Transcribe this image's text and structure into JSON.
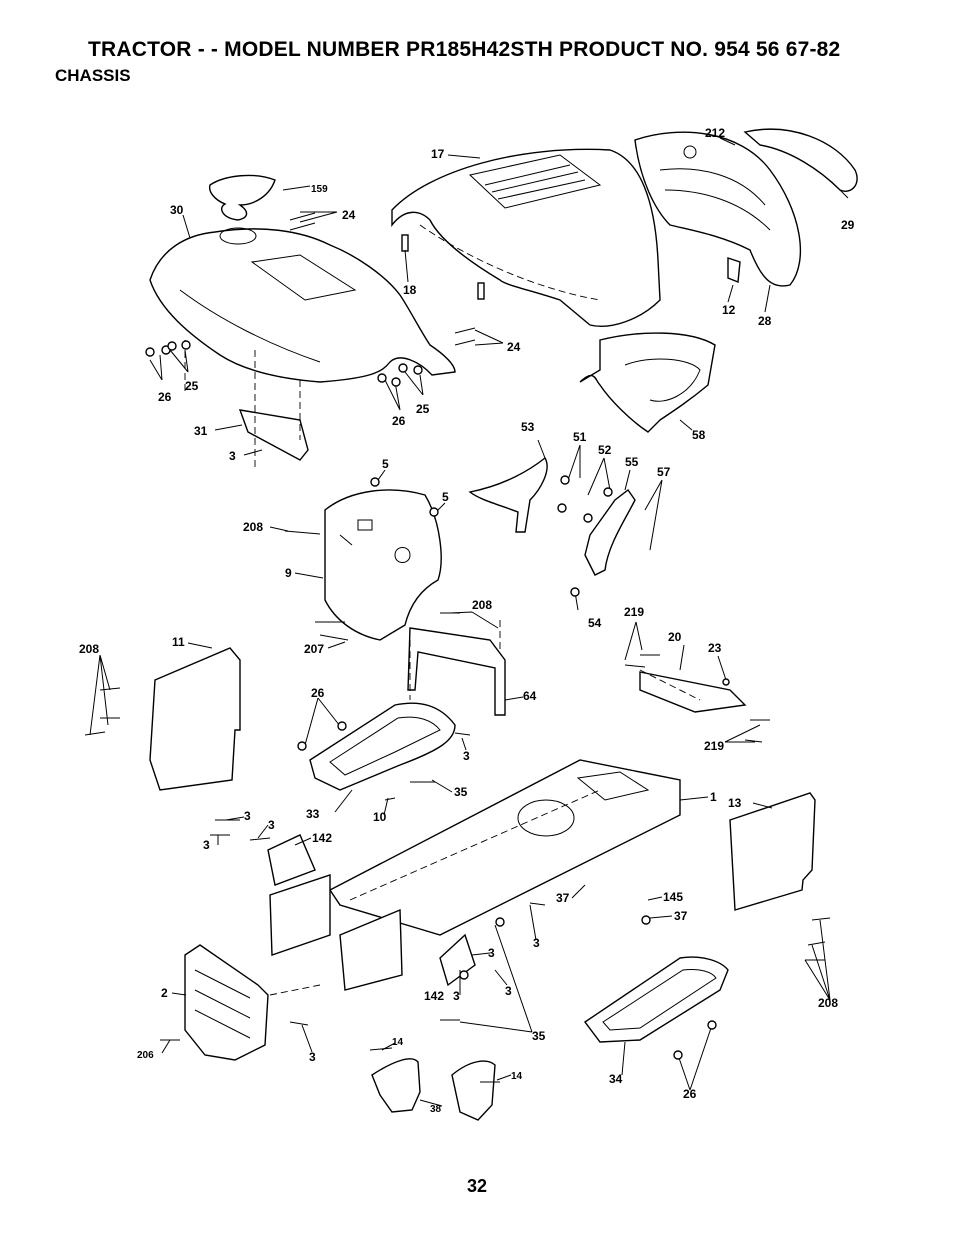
{
  "header": {
    "title": "TRACTOR - - MODEL NUMBER PR185H42STH PRODUCT NO. 954 56 67-82",
    "section": "CHASSIS"
  },
  "page_number": "32",
  "callouts": [
    {
      "id": "c212",
      "text": "212"
    },
    {
      "id": "c17",
      "text": "17"
    },
    {
      "id": "c159",
      "text": "159"
    },
    {
      "id": "c30",
      "text": "30"
    },
    {
      "id": "c24a",
      "text": "24"
    },
    {
      "id": "c29",
      "text": "29"
    },
    {
      "id": "c18",
      "text": "18"
    },
    {
      "id": "c12",
      "text": "12"
    },
    {
      "id": "c28",
      "text": "28"
    },
    {
      "id": "c24b",
      "text": "24"
    },
    {
      "id": "c25a",
      "text": "25"
    },
    {
      "id": "c26a",
      "text": "26"
    },
    {
      "id": "c26b",
      "text": "26"
    },
    {
      "id": "c25b",
      "text": "25"
    },
    {
      "id": "c58",
      "text": "58"
    },
    {
      "id": "c31",
      "text": "31"
    },
    {
      "id": "c3a",
      "text": "3"
    },
    {
      "id": "c53",
      "text": "53"
    },
    {
      "id": "c51",
      "text": "51"
    },
    {
      "id": "c52",
      "text": "52"
    },
    {
      "id": "c55",
      "text": "55"
    },
    {
      "id": "c57",
      "text": "57"
    },
    {
      "id": "c5a",
      "text": "5"
    },
    {
      "id": "c5b",
      "text": "5"
    },
    {
      "id": "c208a",
      "text": "208"
    },
    {
      "id": "c9",
      "text": "9"
    },
    {
      "id": "c54",
      "text": "54"
    },
    {
      "id": "c208b",
      "text": "208"
    },
    {
      "id": "c219a",
      "text": "219"
    },
    {
      "id": "c20",
      "text": "20"
    },
    {
      "id": "c23",
      "text": "23"
    },
    {
      "id": "c208c",
      "text": "208"
    },
    {
      "id": "c11",
      "text": "11"
    },
    {
      "id": "c207",
      "text": "207"
    },
    {
      "id": "c64",
      "text": "64"
    },
    {
      "id": "c26c",
      "text": "26"
    },
    {
      "id": "c219b",
      "text": "219"
    },
    {
      "id": "c3b",
      "text": "3"
    },
    {
      "id": "c35a",
      "text": "35"
    },
    {
      "id": "c1",
      "text": "1"
    },
    {
      "id": "c13",
      "text": "13"
    },
    {
      "id": "c33",
      "text": "33"
    },
    {
      "id": "c10",
      "text": "10"
    },
    {
      "id": "c3c",
      "text": "3"
    },
    {
      "id": "c3d",
      "text": "3"
    },
    {
      "id": "c142a",
      "text": "142"
    },
    {
      "id": "c3e",
      "text": "3"
    },
    {
      "id": "c37a",
      "text": "37"
    },
    {
      "id": "c145",
      "text": "145"
    },
    {
      "id": "c37b",
      "text": "37"
    },
    {
      "id": "c3f",
      "text": "3"
    },
    {
      "id": "c3g",
      "text": "3"
    },
    {
      "id": "c208d",
      "text": "208"
    },
    {
      "id": "c2",
      "text": "2"
    },
    {
      "id": "c142b",
      "text": "142"
    },
    {
      "id": "c3h",
      "text": "3"
    },
    {
      "id": "c3i",
      "text": "3"
    },
    {
      "id": "c35b",
      "text": "35"
    },
    {
      "id": "c206",
      "text": "206"
    },
    {
      "id": "c3j",
      "text": "3"
    },
    {
      "id": "c14a",
      "text": "14"
    },
    {
      "id": "c14b",
      "text": "14"
    },
    {
      "id": "c34",
      "text": "34"
    },
    {
      "id": "c26d",
      "text": "26"
    },
    {
      "id": "c38",
      "text": "38"
    }
  ]
}
